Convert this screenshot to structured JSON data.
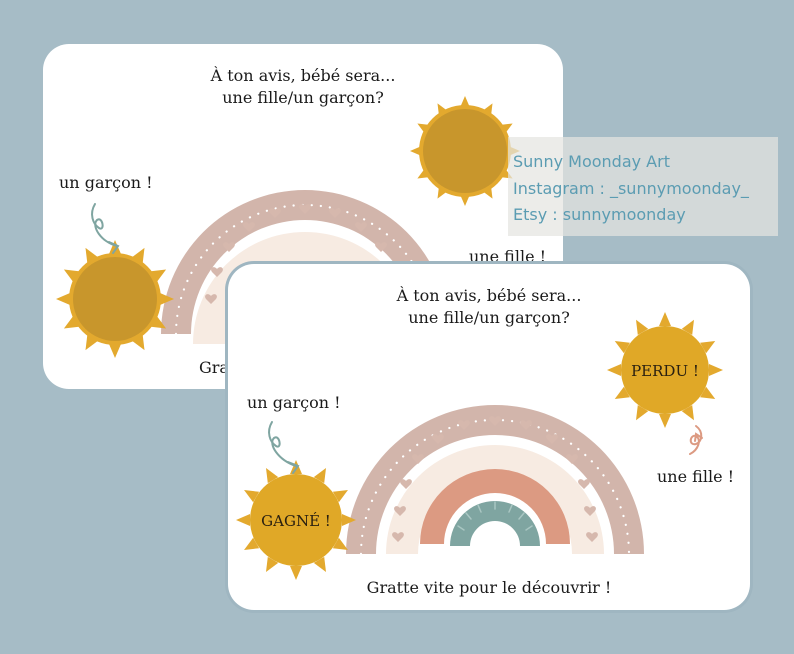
{
  "back_card": {
    "question_line1": "À ton avis, bébé sera...",
    "question_line2": "une fille/un garçon?",
    "boy_label": "un garçon !",
    "girl_label": "une fille !",
    "footer_partial": "Gra"
  },
  "front_card": {
    "question_line1": "À ton avis, bébé sera...",
    "question_line2": "une fille/un garçon?",
    "boy_label": "un garçon !",
    "girl_label": "une fille !",
    "boy_sun_text": "GAGNÉ !",
    "girl_sun_text": "PERDU !",
    "footer": "Gratte vite pour le découvrir !"
  },
  "watermark": {
    "line1": "Sunny Moonday Art",
    "line2": "Instagram : _sunnymoonday_",
    "line3": "Etsy : sunnymoonday"
  },
  "colors": {
    "background": "#a6bcc6",
    "rainbow_outer": "#d2b5ab",
    "rainbow_second": "#f7ebe2",
    "rainbow_third": "#dc9a82",
    "rainbow_inner": "#7fa5a1",
    "sun_ray": "#e3a92e",
    "sun_disc_back": "#c8962c",
    "sun_disc_front": "#e0a827"
  }
}
